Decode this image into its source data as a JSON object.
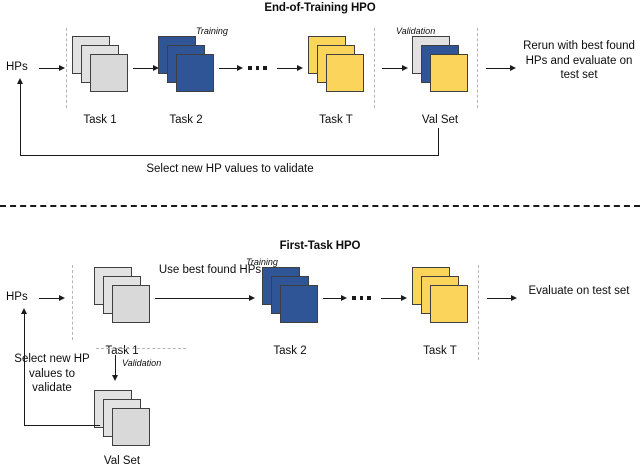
{
  "figure": {
    "divider_color": "#1a1a1a",
    "panels": [
      {
        "id": "end-of-training-hpo",
        "title": "End-of-Training HPO",
        "input_label": "HPs",
        "phase_labels": {
          "training": "Training",
          "validation": "Validation"
        },
        "stacks": [
          {
            "id": "task-1",
            "caption": "Task 1",
            "colors": [
              "gray",
              "gray",
              "gray"
            ]
          },
          {
            "id": "task-2",
            "caption": "Task 2",
            "colors": [
              "blue",
              "blue",
              "blue"
            ]
          },
          {
            "id": "task-t",
            "caption": "Task T",
            "colors": [
              "yellow",
              "yellow",
              "yellow"
            ]
          },
          {
            "id": "val-set",
            "caption": "Val Set",
            "colors": [
              "gray",
              "blue",
              "yellow"
            ]
          }
        ],
        "ellipsis": "...",
        "output_note": "Rerun with best found HPs and evaluate on test set",
        "feedback_label": "Select new HP values to validate"
      },
      {
        "id": "first-task-hpo",
        "title": "First-Task HPO",
        "input_label": "HPs",
        "phase_labels": {
          "training": "Training",
          "validation": "Validation"
        },
        "stacks": [
          {
            "id": "task-1",
            "caption": "Task 1",
            "colors": [
              "gray",
              "gray",
              "gray"
            ]
          },
          {
            "id": "task-2",
            "caption": "Task 2",
            "colors": [
              "blue",
              "blue",
              "blue"
            ]
          },
          {
            "id": "task-t",
            "caption": "Task T",
            "colors": [
              "yellow",
              "yellow",
              "yellow"
            ]
          },
          {
            "id": "val-set",
            "caption": "Val Set",
            "colors": [
              "gray",
              "gray",
              "gray"
            ]
          }
        ],
        "ellipsis": "...",
        "transfer_label": "Use best found HPs",
        "output_note": "Evaluate on test set",
        "feedback_label": "Select new HP values to validate"
      }
    ],
    "colors": {
      "gray_card": "#e2e2e2",
      "blue_card": "#2f5597",
      "yellow_card": "#fbd45c",
      "card_border": "#3f3f3f",
      "line": "#1a1a1a",
      "dash_gray": "#b6b6b6"
    }
  }
}
